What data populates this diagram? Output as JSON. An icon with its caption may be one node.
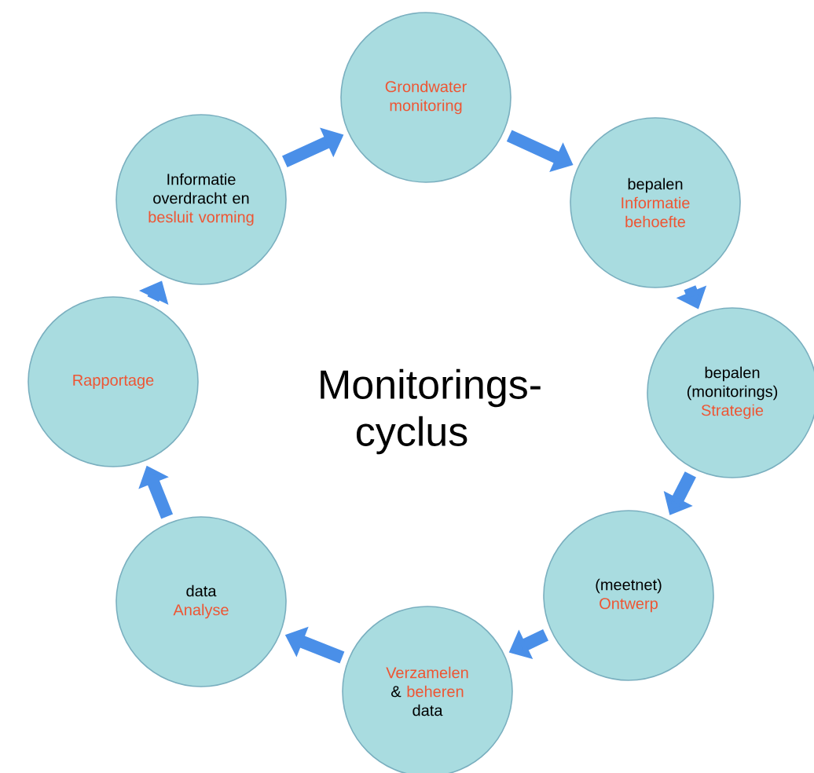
{
  "diagram": {
    "title": "Monitorings- cyclus",
    "nodes": [
      {
        "text": [
          "Grondwater monitoring"
        ]
      },
      {
        "text": [
          "bepalen",
          "Informatie behoefte"
        ]
      },
      {
        "text": [
          "bepalen (monitorings)",
          "Strategie"
        ]
      },
      {
        "text": [
          "(meetnet)",
          "Ontwerp"
        ]
      },
      {
        "text": [
          "Verzamelen",
          "&",
          "beheren",
          "data"
        ]
      },
      {
        "text": [
          "data",
          "Analyse"
        ]
      },
      {
        "text": [
          "Rapportage"
        ]
      },
      {
        "text": [
          "Informatie overdracht en",
          "besluit vorming"
        ]
      }
    ],
    "edges": [
      {
        "from": 0,
        "to": 1,
        "arrow": "to"
      },
      {
        "from": 1,
        "to": 2,
        "arrow": "to"
      },
      {
        "from": 2,
        "to": 3,
        "arrow": "to"
      },
      {
        "from": 3,
        "to": 4,
        "arrow": "to"
      },
      {
        "from": 4,
        "to": 5,
        "arrow": "to"
      },
      {
        "from": 5,
        "to": 6,
        "arrow": "to"
      },
      {
        "from": 6,
        "to": 7,
        "arrow": "to"
      },
      {
        "from": 7,
        "to": 0,
        "arrow": "to"
      }
    ]
  }
}
